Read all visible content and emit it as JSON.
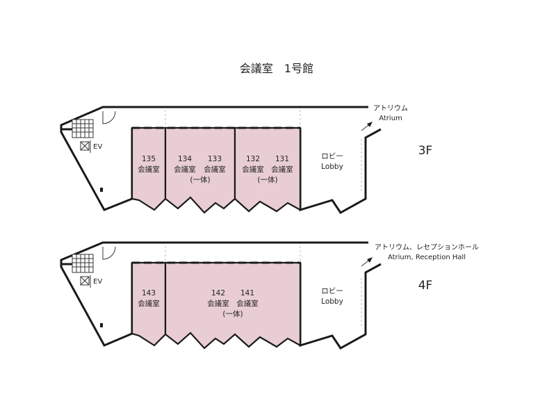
{
  "title": "会議室　1号館",
  "floors": [
    {
      "floor_label": "3F",
      "access_label_line1": "アトリウム",
      "access_label_line2": "Atrium",
      "lobby_ja": "ロビー",
      "lobby_en": "Lobby",
      "ev_label": "EV",
      "rooms": [
        {
          "number": "135",
          "name": "会議室"
        },
        {
          "number": "134",
          "name": "会議室"
        },
        {
          "number": "133",
          "name": "会議室"
        },
        {
          "number": "132",
          "name": "会議室"
        },
        {
          "number": "131",
          "name": "会議室"
        }
      ],
      "combined_notes": [
        "(一体)",
        "(一体)"
      ]
    },
    {
      "floor_label": "4F",
      "access_label_line1": "アトリウム、レセプションホール",
      "access_label_line2": "Atrium, Reception Hall",
      "lobby_ja": "ロビー",
      "lobby_en": "Lobby",
      "ev_label": "EV",
      "rooms": [
        {
          "number": "143",
          "name": "会議室"
        },
        {
          "number": "142",
          "name": "会議室"
        },
        {
          "number": "141",
          "name": "会議室"
        }
      ],
      "combined_notes": [
        "(一体)"
      ]
    }
  ]
}
